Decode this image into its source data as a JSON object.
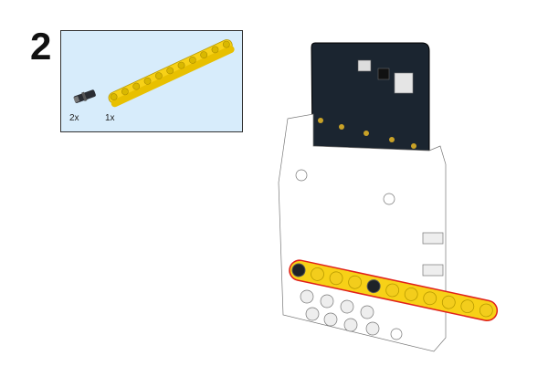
{
  "step": {
    "number": "2"
  },
  "parts_list": {
    "background": "#d7ecfb",
    "items": [
      {
        "name": "connector-peg",
        "icon": "black-pin-icon",
        "quantity": "2x"
      },
      {
        "name": "beam-11",
        "icon": "yellow-beam-icon",
        "quantity": "1x"
      }
    ]
  },
  "colors": {
    "beam": "#f7d117",
    "highlight": "#e0201b",
    "board": "#1b2530"
  }
}
